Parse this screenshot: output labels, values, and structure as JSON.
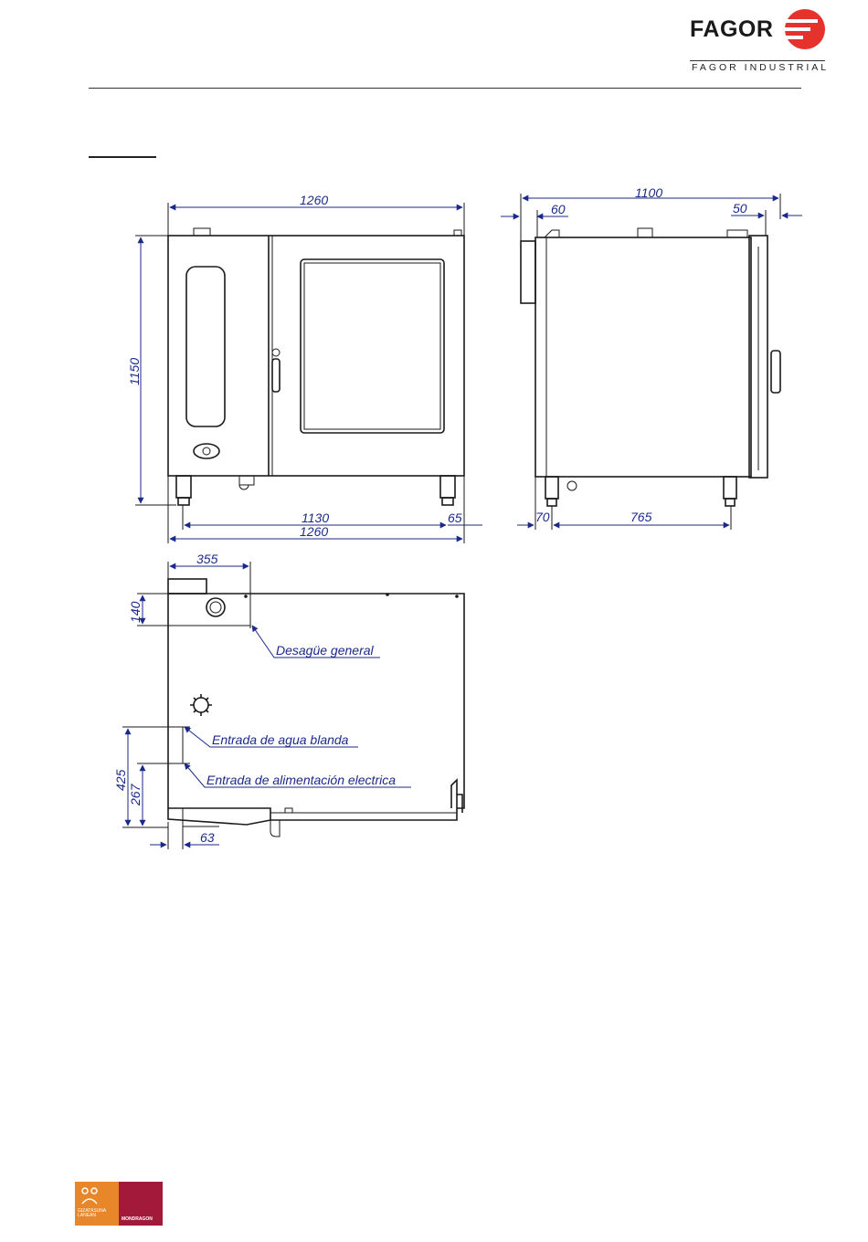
{
  "header": {
    "brand_name": "FAGOR",
    "brand_subtitle": "FAGOR INDUSTRIAL",
    "brand_color": "#e5322d"
  },
  "drawing": {
    "front_view": {
      "width_top": "1260",
      "height": "1150",
      "leg_span": "1130",
      "leg_offset": "65",
      "width_bottom": "1260"
    },
    "side_view": {
      "depth": "1100",
      "rear_offset": "60",
      "front_offset": "50",
      "rear_leg": "70",
      "leg_span": "765"
    },
    "bottom_view": {
      "drain_x": "355",
      "drain_y": "140",
      "water_y": "425",
      "power_y": "267",
      "edge_x": "63",
      "labels": {
        "drain": "Desagüe general",
        "water": "Entrada de agua blanda",
        "power": "Entrada de alimentación electrica"
      }
    }
  },
  "footer": {
    "logo_left_text": "GIZATASUNA LANEAN",
    "logo_right_text": "MONDRAGON",
    "colors": {
      "orange": "#e8862a",
      "maroon": "#a3193a"
    }
  }
}
